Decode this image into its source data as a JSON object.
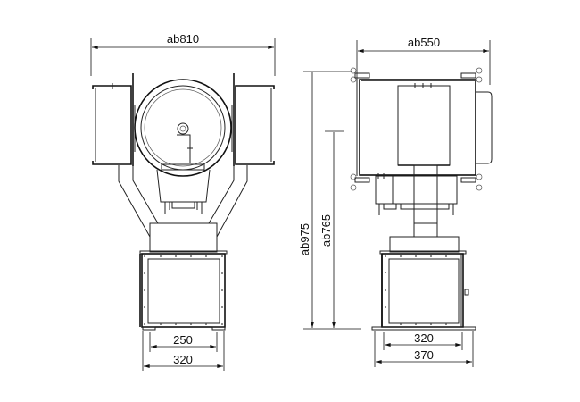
{
  "title": "Camera housing dimension drawing",
  "front_view": {
    "width_overall": "ab810",
    "base_inner_width": "250",
    "base_outer_width": "320"
  },
  "side_view": {
    "width_overall": "ab550",
    "height_overall": "ab975",
    "height_to_axis": "ab765",
    "base_inner_width": "320",
    "base_outer_width": "370"
  },
  "colors": {
    "line": "#222222",
    "background": "#ffffff"
  }
}
